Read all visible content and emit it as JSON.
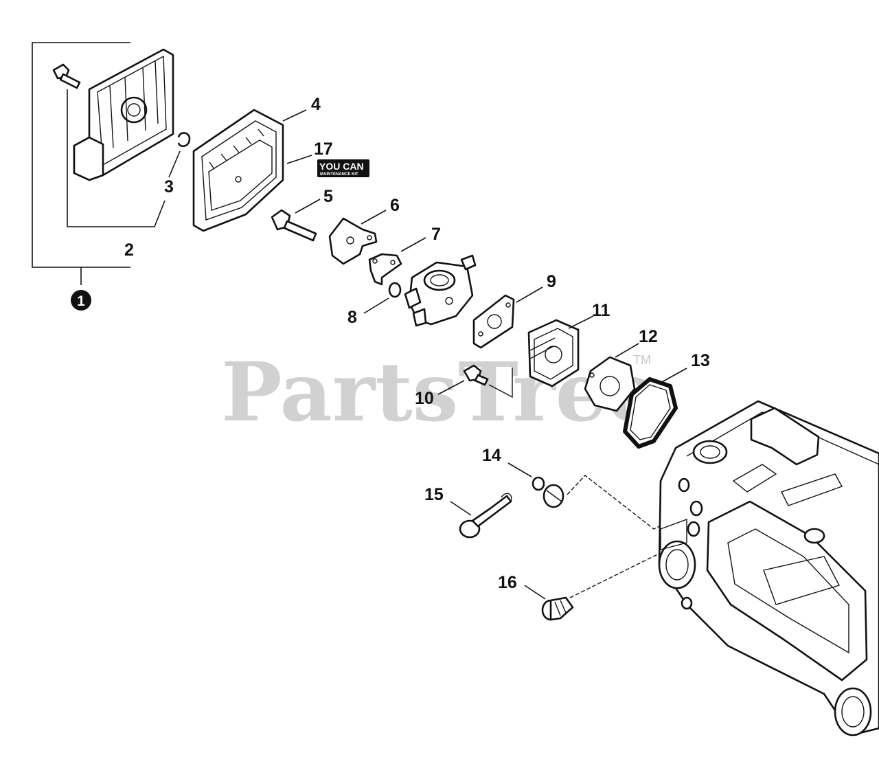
{
  "watermark": {
    "text": "PartsTree",
    "trademark": "TM"
  },
  "kit_badge": {
    "line1": "YOU CAN",
    "line2": "MAINTENANCE KIT"
  },
  "callouts": {
    "c1": "1",
    "c2": "2",
    "c3": "3",
    "c4": "4",
    "c5": "5",
    "c6": "6",
    "c7": "7",
    "c8": "8",
    "c9": "9",
    "c10": "10",
    "c11": "11",
    "c12": "12",
    "c13": "13",
    "c14": "14",
    "c15": "15",
    "c16": "16",
    "c17": "17"
  }
}
